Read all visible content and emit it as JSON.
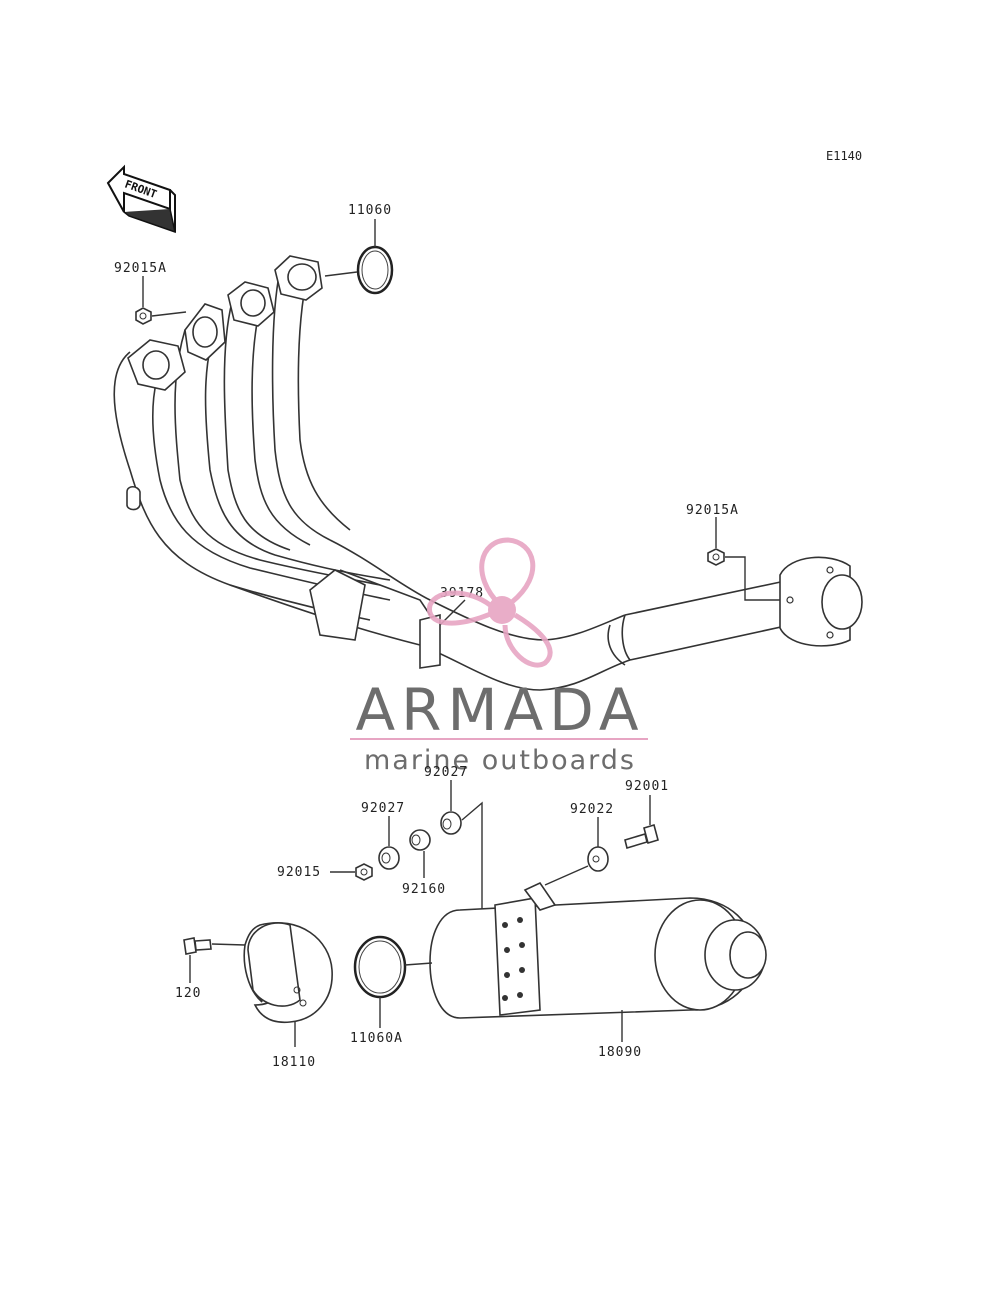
{
  "diagram": {
    "page_code": "E1140",
    "front_label": "FRONT",
    "labels": {
      "p11060": "11060",
      "p92015A_top": "92015A",
      "p92015A_right": "92015A",
      "p39178": "39178",
      "p92027_a": "92027",
      "p92027_b": "92027",
      "p92001": "92001",
      "p92022": "92022",
      "p92015": "92015",
      "p92160": "92160",
      "p120": "120",
      "p18110": "18110",
      "p11060A": "11060A",
      "p18090": "18090"
    }
  },
  "watermark": {
    "brand": "ARMADA",
    "tagline": "marine outboards",
    "brand_color": "#6d6d6d",
    "accent_color": "#e7a5c3"
  }
}
